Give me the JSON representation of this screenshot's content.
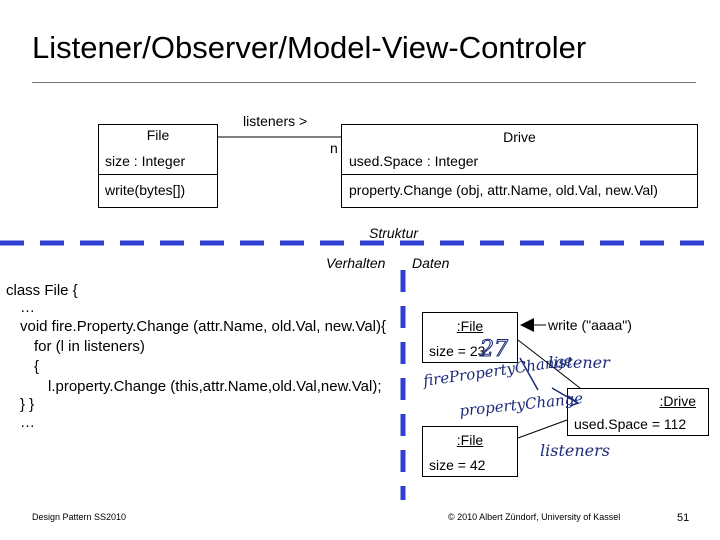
{
  "title": "Listener/Observer/Model-View-Controler",
  "class_diagram": {
    "file_class": {
      "name": "File",
      "attribute": "size : Integer",
      "method": "write(bytes[])"
    },
    "drive_class": {
      "name": "Drive",
      "attribute": "used.Space : Integer",
      "method": "property.Change (obj, attr.Name, old.Val, new.Val)"
    },
    "association": {
      "role": "listeners >",
      "multiplicity": "n"
    }
  },
  "divider": {
    "upper_label": "Struktur",
    "left_label": "Verhalten",
    "right_label": "Daten",
    "color": "#2f3fd0"
  },
  "code": {
    "lines": [
      "class File {",
      "…",
      "void fire.Property.Change (attr.Name, old.Val, new.Val){",
      "for (l in listeners)",
      "{",
      "l.property.Change (this,attr.Name,old.Val,new.Val);",
      "} }",
      "…"
    ]
  },
  "objects": {
    "file1": {
      "name": ":File",
      "value": "size = 23"
    },
    "file2": {
      "name": ":File",
      "value": "size = 42"
    },
    "drive": {
      "name": ":Drive",
      "value": "used.Space = 112"
    },
    "write_call": "write (\"aaaa\")"
  },
  "handwriting": {
    "overwrite": "27",
    "notes": [
      "firePropertyChange",
      "listener",
      "propertyChange",
      "listeners"
    ],
    "ink_color": "#1c2a78"
  },
  "footer": {
    "left": "Design Pattern SS2010",
    "center": "© 2010 Albert Zündorf, University of Kassel",
    "page_number": "51"
  }
}
